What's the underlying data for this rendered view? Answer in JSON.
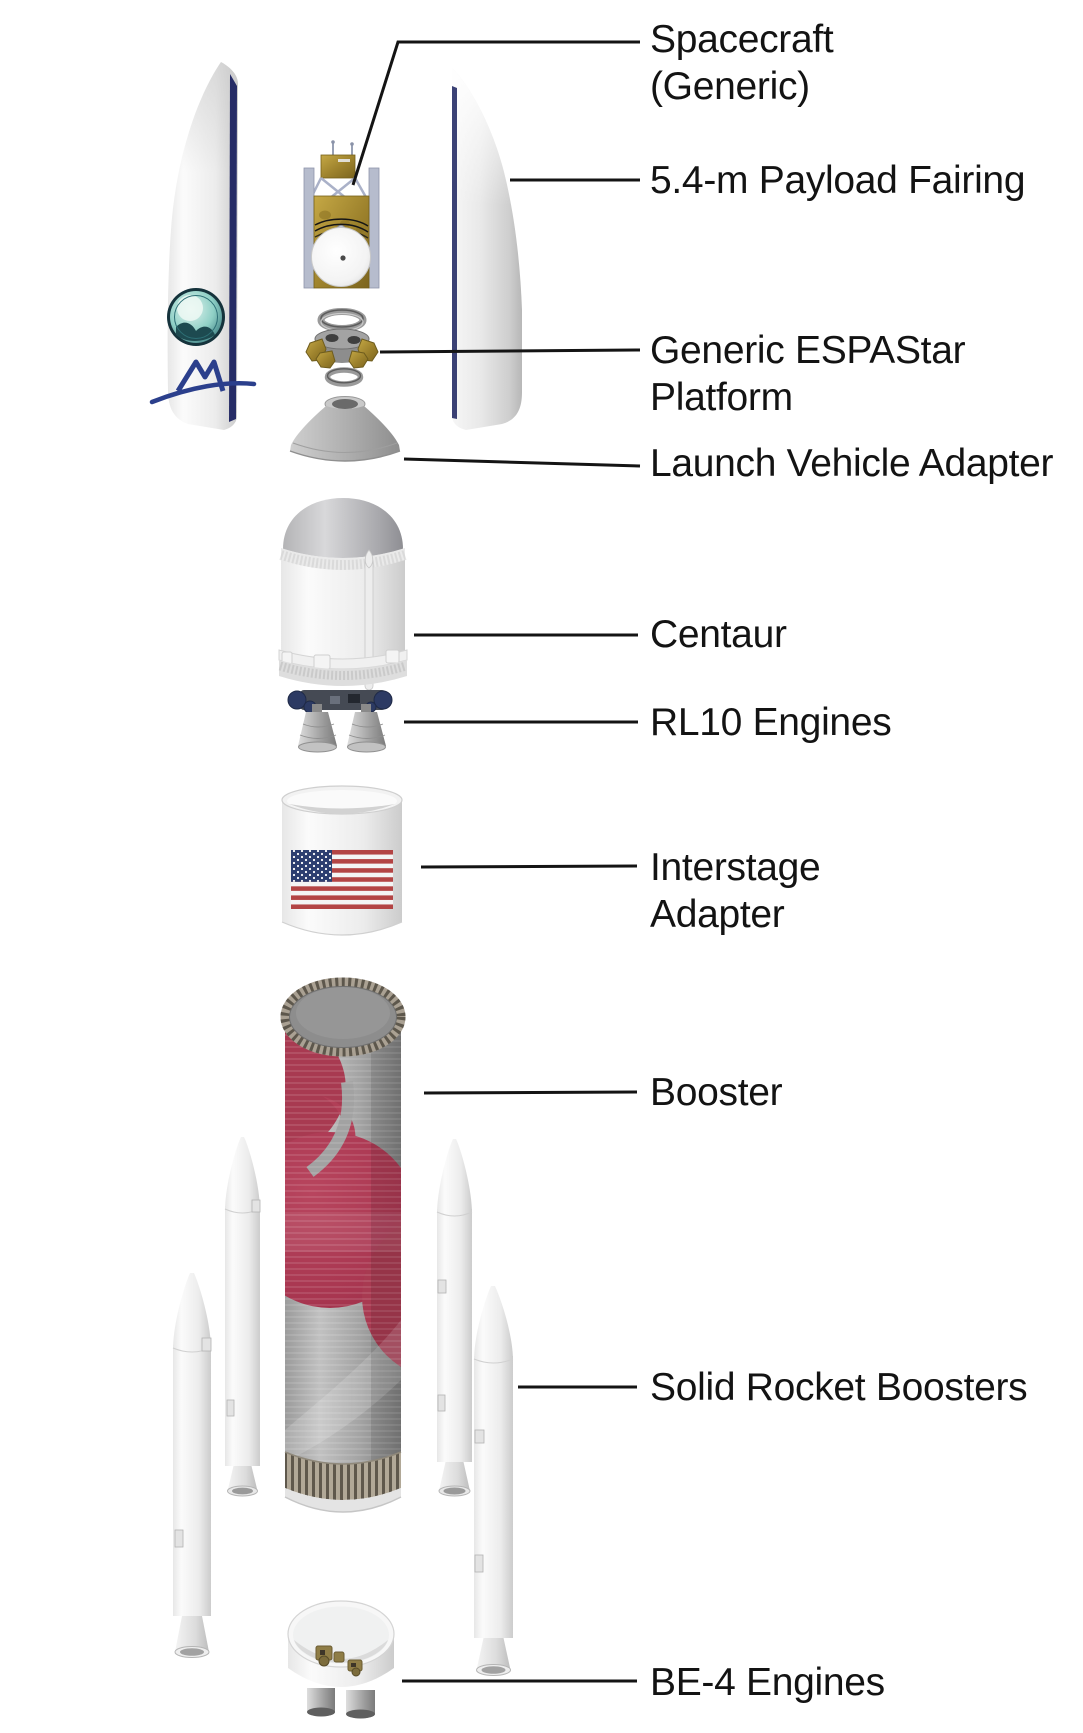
{
  "diagram": {
    "labels": {
      "spacecraft": "Spacecraft\n(Generic)",
      "payload_fairing": "5.4-m Payload Fairing",
      "espastar_platform": "Generic ESPAStar\nPlatform",
      "launch_vehicle_adapter": "Launch Vehicle Adapter",
      "centaur": "Centaur",
      "rl10_engines": "RL10 Engines",
      "interstage_adapter": "Interstage\nAdapter",
      "booster": "Booster",
      "solid_rocket_boosters": "Solid Rocket Boosters",
      "be4_engines": "BE-4 Engines"
    },
    "colors": {
      "background": "#ffffff",
      "label_text": "#131313",
      "leader_line": "#141414",
      "booster_accent_red": "#ad3c55",
      "fairing_stripe_navy": "#262c66",
      "spacecraft_gold": "#a98f2f",
      "flag_red": "#b34444",
      "flag_blue": "#2c3e70"
    }
  }
}
